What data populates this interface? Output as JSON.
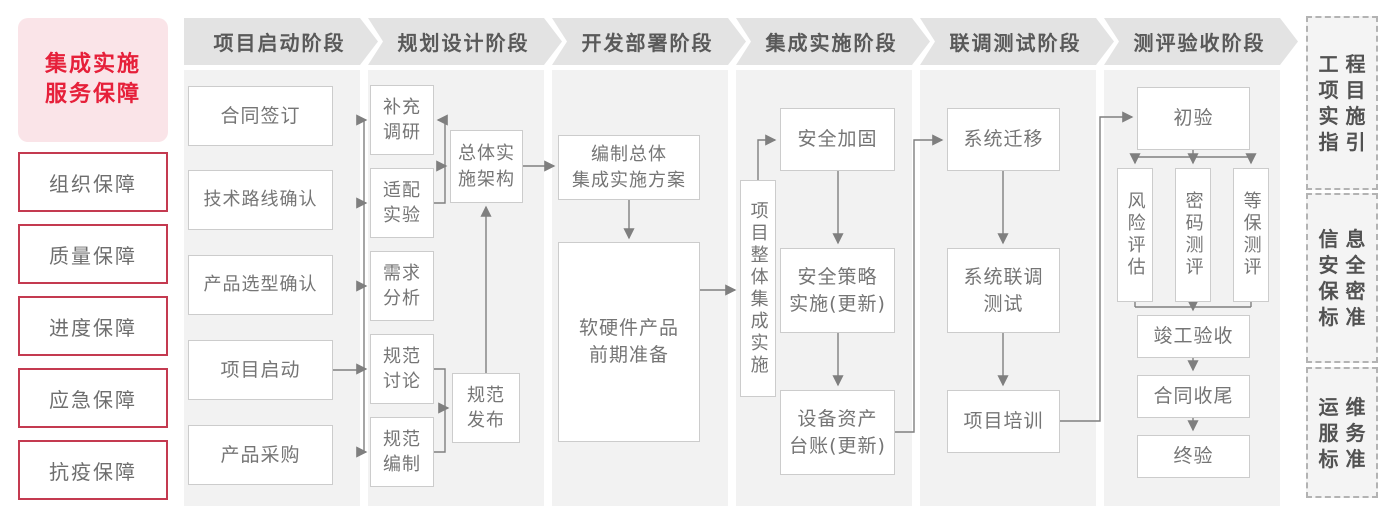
{
  "colors": {
    "accent_red": "#e6203a",
    "pink_bg": "#fae4e8",
    "red_border": "#c43a50",
    "panel_gray": "#f2f2f2",
    "banner_gray": "#e3e3e3",
    "header_text": "#595959",
    "box_text": "#757575",
    "box_border": "#cccccc",
    "line_gray": "#7f7f7f",
    "dashed_border": "#b3b3b3"
  },
  "left_sidebar": {
    "title": {
      "line1": "集成实施",
      "line2": "服务保障"
    },
    "items": [
      {
        "label": "组织保障"
      },
      {
        "label": "质量保障"
      },
      {
        "label": "进度保障"
      },
      {
        "label": "应急保障"
      },
      {
        "label": "抗疫保障"
      }
    ]
  },
  "phases": [
    {
      "label": "项目启动阶段"
    },
    {
      "label": "规划设计阶段"
    },
    {
      "label": "开发部署阶段"
    },
    {
      "label": "集成实施阶段"
    },
    {
      "label": "联调测试阶段"
    },
    {
      "label": "测评验收阶段"
    }
  ],
  "flow": {
    "startup": {
      "boxes": [
        {
          "label": "合同签订"
        },
        {
          "label": "技术路线确认"
        },
        {
          "label": "产品选型确认"
        },
        {
          "label": "项目启动"
        },
        {
          "label": "产品采购"
        }
      ]
    },
    "planning": {
      "boxes": [
        {
          "line1": "补充",
          "line2": "调研"
        },
        {
          "line1": "适配",
          "line2": "实验"
        },
        {
          "line1": "需求",
          "line2": "分析"
        },
        {
          "line1": "规范",
          "line2": "讨论"
        },
        {
          "line1": "规范",
          "line2": "编制"
        }
      ],
      "architecture": {
        "line1": "总体实",
        "line2": "施架构"
      },
      "spec_release": {
        "line1": "规范",
        "line2": "发布"
      }
    },
    "development": {
      "plan": {
        "line1": "编制总体",
        "line2": "集成实施方案"
      },
      "preparation": {
        "line1": "软硬件产品",
        "line2": "前期准备"
      }
    },
    "integration": {
      "overall": {
        "label": "项目整体集成实施"
      },
      "hardening": {
        "label": "安全加固"
      },
      "policy": {
        "line1": "安全策略",
        "line2": "实施(更新)"
      },
      "ledger": {
        "line1": "设备资产",
        "line2": "台账(更新)"
      }
    },
    "testing": {
      "migration": {
        "label": "系统迁移"
      },
      "joint_test": {
        "line1": "系统联调",
        "line2": "测试"
      },
      "training": {
        "label": "项目培训"
      }
    },
    "acceptance": {
      "preliminary": {
        "label": "初验"
      },
      "risk": {
        "label": "风险评估"
      },
      "crypto": {
        "label": "密码测评"
      },
      "mlps": {
        "label": "等保测评"
      },
      "completion": {
        "label": "竣工验收"
      },
      "closure": {
        "label": "合同收尾"
      },
      "final": {
        "label": "终验"
      }
    }
  },
  "right_sidebar": {
    "items": [
      {
        "rows": [
          "工程",
          "项目",
          "实施",
          "指引"
        ]
      },
      {
        "rows": [
          "信息",
          "安全",
          "保密",
          "标准"
        ]
      },
      {
        "rows": [
          "运维",
          "服务",
          "标准"
        ]
      }
    ]
  }
}
